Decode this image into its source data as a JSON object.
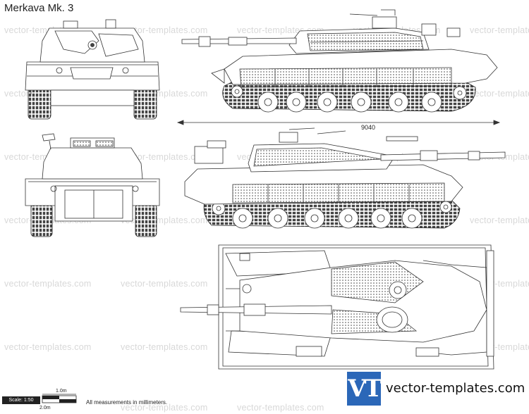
{
  "title": "Merkava Mk. 3",
  "watermark_text": "vector-templates.com",
  "dimension_label": "9040",
  "scale": {
    "label": "Scale: 1:50",
    "bar_1m": "1.0m",
    "bar_2m": "2.0m"
  },
  "measurement_note": "All measurements in millimeters.",
  "logo": {
    "mark": "VT",
    "text": "vector-templates.com",
    "color": "#2b67b8"
  },
  "views": [
    "front-view",
    "rear-view",
    "left-side-view",
    "right-side-view",
    "top-view"
  ]
}
